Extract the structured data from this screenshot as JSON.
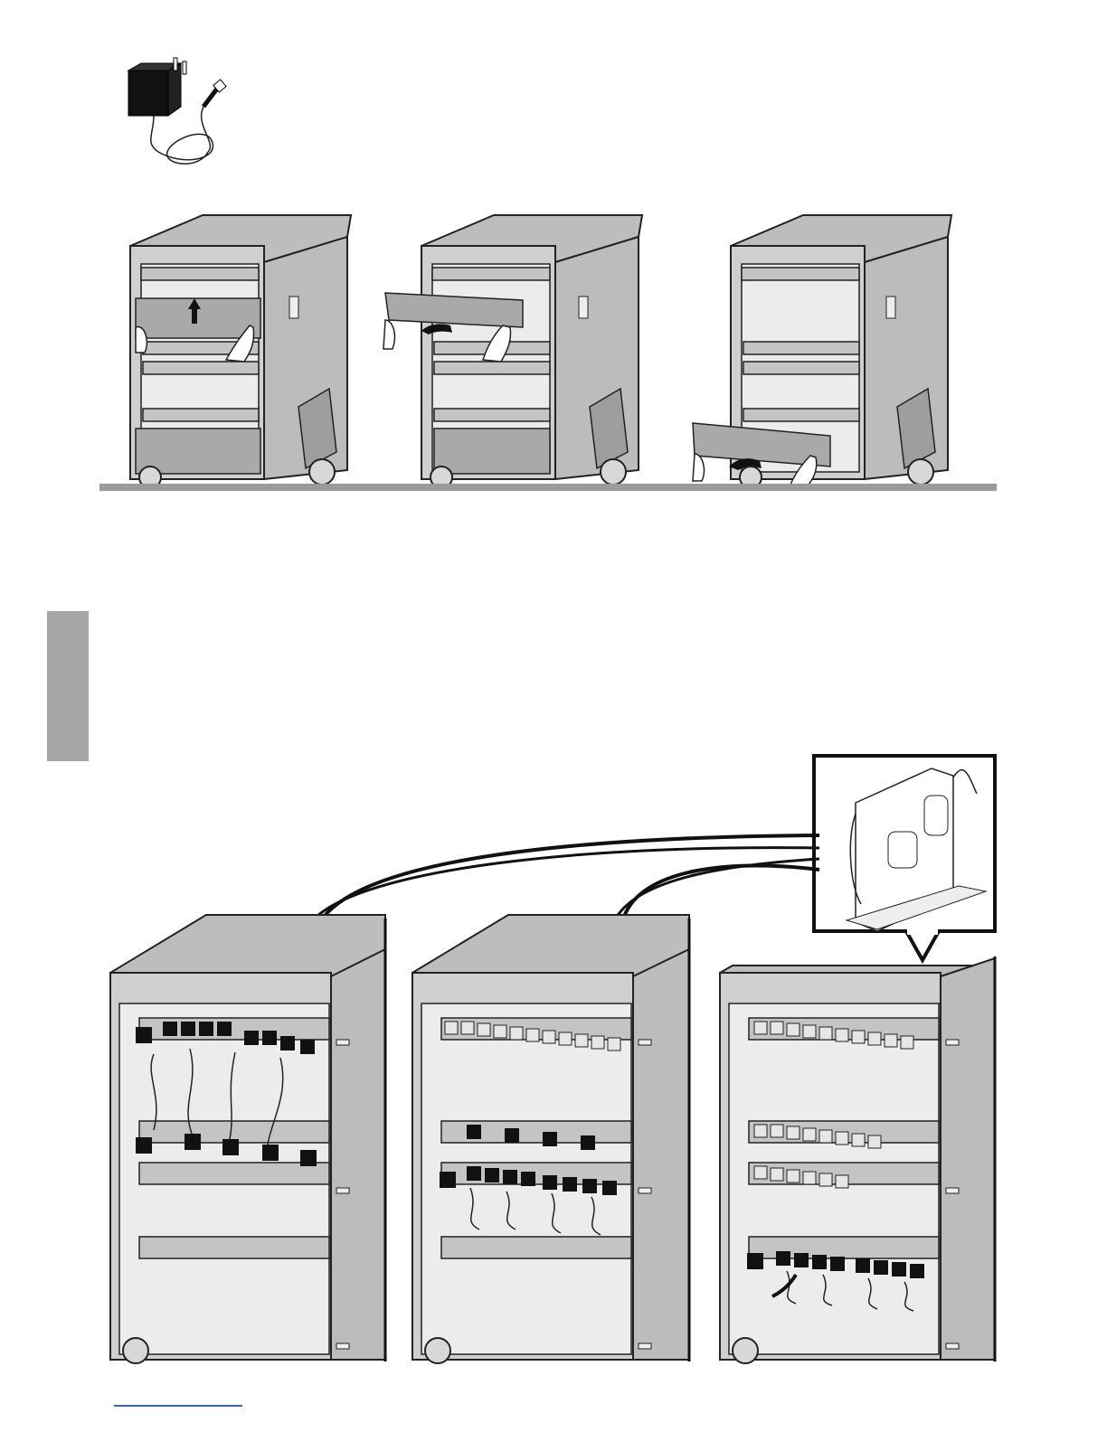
{
  "figures": {
    "adapter": {
      "icon": "power-adapter-icon"
    },
    "tray_removal_steps": [
      "step-lift-tray",
      "step-tilt-tray-out",
      "step-remove-bottom-tray"
    ],
    "cable_routing_steps": [
      "step-route-top-shelf",
      "step-route-middle-shelf",
      "step-route-bottom-shelf"
    ],
    "detail_callout": {
      "icon": "device-tray-detail-icon"
    }
  },
  "colors": {
    "side_tab": "#a6a6a6",
    "floor_line": "#9a9a9a",
    "footer_link": "#3b5ec9"
  }
}
